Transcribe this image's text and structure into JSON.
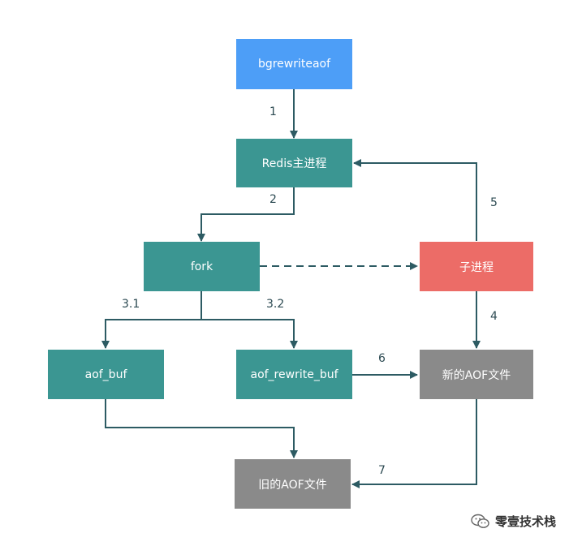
{
  "nodes": {
    "bgrewriteaof": "bgrewriteaof",
    "redis_main": "Redis主进程",
    "fork": "fork",
    "child": "子进程",
    "aof_buf": "aof_buf",
    "aof_rewrite_buf": "aof_rewrite_buf",
    "new_aof": "新的AOF文件",
    "old_aof": "旧的AOF文件"
  },
  "steps": {
    "s1": "1",
    "s2": "2",
    "s31": "3.1",
    "s32": "3.2",
    "s4": "4",
    "s5": "5",
    "s6": "6",
    "s7": "7"
  },
  "watermark": "零壹技术栈",
  "colors": {
    "blue": "#4d9ef7",
    "teal": "#3b9692",
    "red": "#ec6c67",
    "gray": "#8a8a8a",
    "arrow": "#2d5b63"
  }
}
